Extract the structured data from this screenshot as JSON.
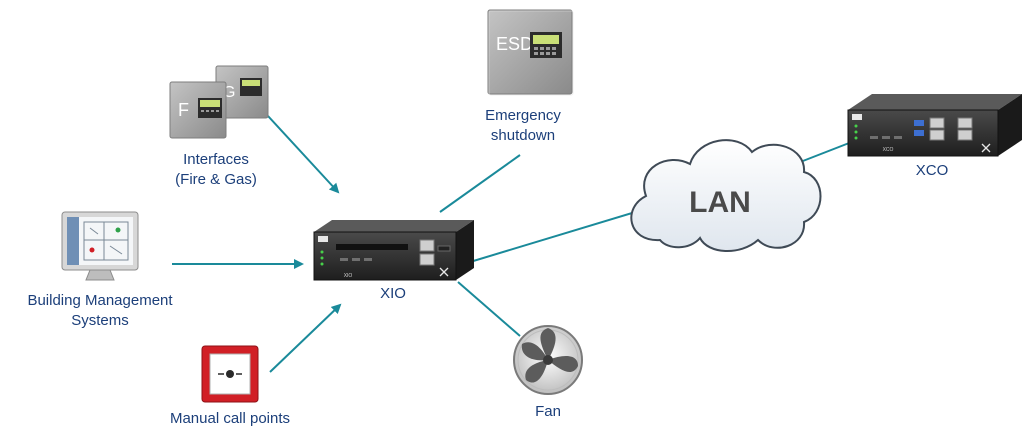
{
  "colors": {
    "connector": "#1a8a9a",
    "label": "#1c3f7a",
    "cloud_fill": "#eef2f6",
    "device": "#2e2e2e",
    "panel": "#a3a3a3",
    "call_point": "#d11f26"
  },
  "nodes": {
    "interfaces": {
      "label_line1": "Interfaces",
      "label_line2": "(Fire & Gas)",
      "panel_f_letter": "F",
      "panel_g_letter": "G",
      "icon": "fire-gas-panel-icon"
    },
    "esd": {
      "label_line1": "Emergency",
      "label_line2": "shutdown",
      "panel_letter": "ESD",
      "icon": "esd-panel-icon"
    },
    "bms": {
      "label_line1": "Building Management",
      "label_line2": "Systems",
      "icon": "monitor-icon"
    },
    "call_points": {
      "label": "Manual call points",
      "icon": "call-point-icon"
    },
    "xio": {
      "label": "XIO",
      "icon": "controller-device-icon"
    },
    "lan": {
      "label": "LAN",
      "icon": "cloud-icon"
    },
    "xco": {
      "label": "XCO",
      "icon": "controller-device-icon"
    },
    "fan": {
      "label": "Fan",
      "icon": "fan-icon"
    }
  }
}
